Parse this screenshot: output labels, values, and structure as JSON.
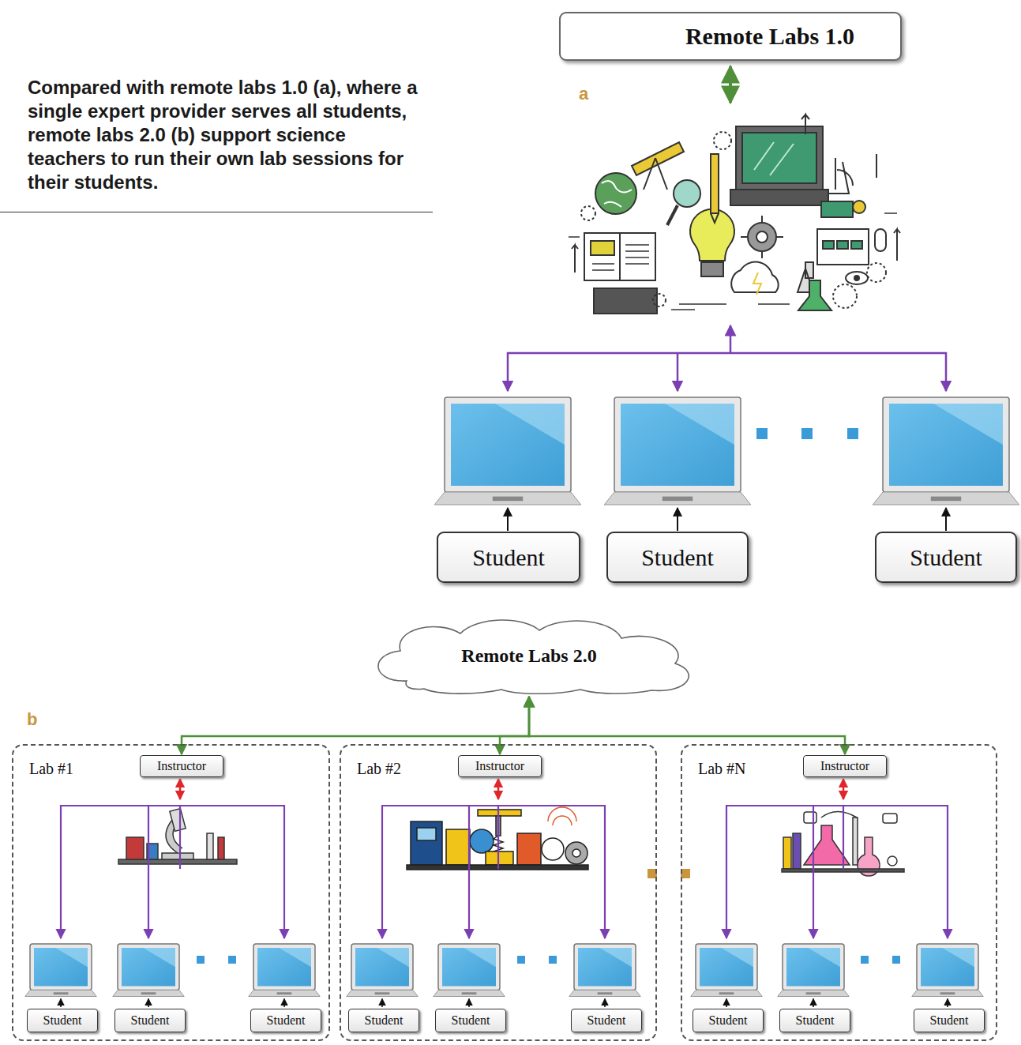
{
  "diagram": {
    "caption": "Compared with remote labs 1.0 (a), where a single expert provider serves all students, remote labs 2.0 (b) support science teachers to run their own lab sessions for their students.",
    "nodes": [
      {
        "text": [
          "Remote Labs 1.0"
        ]
      },
      {
        "text": [
          "Student"
        ]
      },
      {
        "text": [
          "Student"
        ]
      },
      {
        "text": [
          "Student"
        ]
      },
      {
        "text": [
          "Remote Labs 2.0"
        ]
      },
      {
        "text": [
          "Lab #1"
        ]
      },
      {
        "text": [
          "Instructor"
        ],
        "in": 5
      },
      {
        "text": [
          "Student"
        ],
        "in": 5
      },
      {
        "text": [
          "Student"
        ],
        "in": 5
      },
      {
        "text": [
          "Student"
        ],
        "in": 5
      },
      {
        "text": [
          "Lab #2"
        ]
      },
      {
        "text": [
          "Instructor"
        ],
        "in": 10
      },
      {
        "text": [
          "Student"
        ],
        "in": 10
      },
      {
        "text": [
          "Student"
        ],
        "in": 10
      },
      {
        "text": [
          "Student"
        ],
        "in": 10
      },
      {
        "text": [
          "Lab #N"
        ]
      },
      {
        "text": [
          "Instructor"
        ],
        "in": 15
      },
      {
        "text": [
          "Student"
        ],
        "in": 15
      },
      {
        "text": [
          "Student"
        ],
        "in": 15
      },
      {
        "text": [
          "Student"
        ],
        "in": 15
      }
    ],
    "edges": [
      {
        "from": 4,
        "to": 6,
        "arrow": "both"
      },
      {
        "from": 4,
        "to": 11,
        "arrow": "both"
      },
      {
        "from": 4,
        "to": 16,
        "arrow": "both"
      }
    ],
    "labels": [
      "a",
      "b"
    ]
  }
}
